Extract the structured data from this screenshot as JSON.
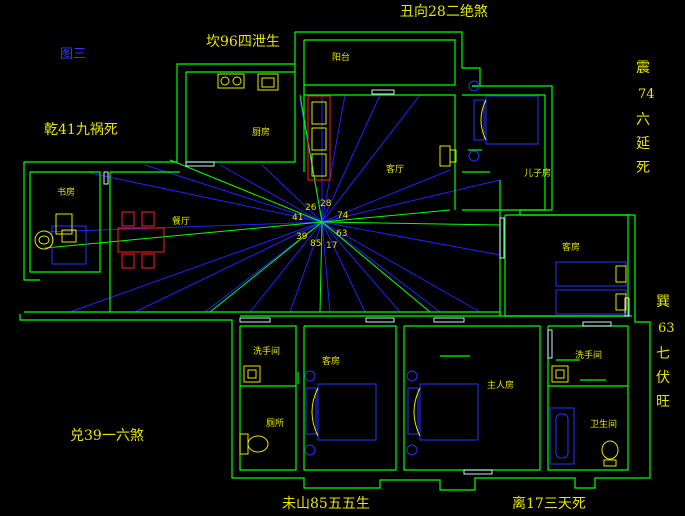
{
  "labels": {
    "figure_title": "图三",
    "kan": "坎96四泄生",
    "chou": "丑向28二绝煞",
    "zhen_1": "震",
    "zhen_2": "74",
    "zhen_3": "六",
    "zhen_4": "延",
    "zhen_5": "死",
    "qian": "乾41九祸死",
    "xun_1": "巽",
    "xun_2": "63",
    "xun_3": "七",
    "xun_4": "伏",
    "xun_5": "旺",
    "dui": "兑39一六煞",
    "wei": "未山85五五生",
    "li": "离17三天死"
  },
  "rooms": {
    "balcony": "阳台",
    "kitchen": "厨房",
    "living": "客厅",
    "son_room": "儿子房",
    "study": "书房",
    "dining": "餐厅",
    "guest_room_right": "客房",
    "wash_left": "洗手间",
    "toilet": "厕所",
    "guest_room_mid": "客房",
    "master": "主人房",
    "wash_right": "洗手间",
    "bath": "卫生间"
  },
  "sectors": {
    "n26": "26",
    "n28": "28",
    "n41": "41",
    "n74": "74",
    "n39": "39",
    "n85": "85",
    "n17": "17",
    "n63": "63"
  },
  "colors": {
    "wall": "#00ff00",
    "text": "#e6e600",
    "compass_ray": "#2020ff",
    "furniture": "#2233ff",
    "dining_set": "#ff2020",
    "background": "#000000"
  }
}
